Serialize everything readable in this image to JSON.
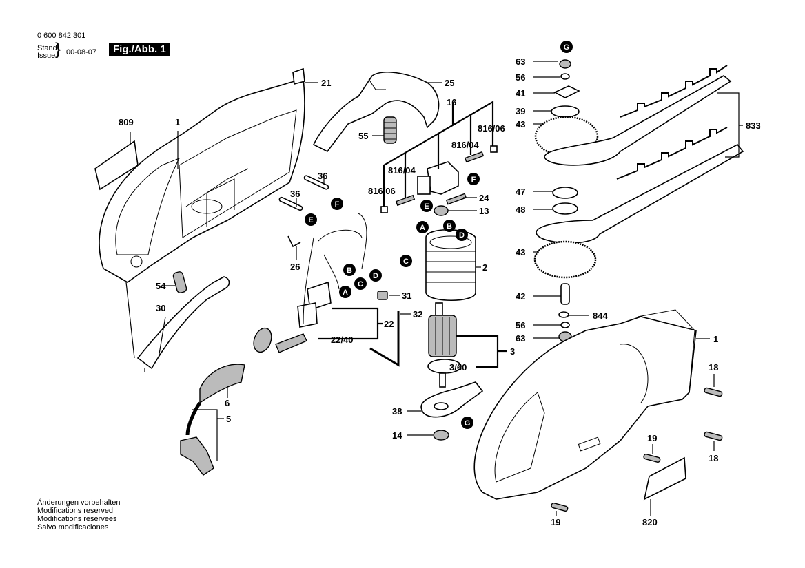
{
  "header": {
    "part_number": "0 600 842 301",
    "stand_label": "Stand",
    "issue_label": "Issue",
    "date": "00-08-07",
    "figure_label": "Fig./Abb. 1"
  },
  "footer": {
    "lines": [
      "Änderungen vorbehalten",
      "Modifications reserved",
      "Modifications reservees",
      "Salvo modificaciones"
    ]
  },
  "connectors": {
    "A": "A",
    "B": "B",
    "C": "C",
    "D": "D",
    "E": "E",
    "F": "F",
    "G": "G"
  },
  "labels": {
    "l21": "21",
    "l25": "25",
    "l16": "16",
    "l809": "809",
    "l1_left": "1",
    "l55": "55",
    "l816_06_r": "816/06",
    "l816_04_r": "816/04",
    "l816_04_l": "816/04",
    "l816_06_l": "816/06",
    "l36_a": "36",
    "l36_b": "36",
    "l26": "26",
    "l24": "24",
    "l13": "13",
    "l2": "2",
    "l54": "54",
    "l30": "30",
    "l31": "31",
    "l32": "32",
    "l22": "22",
    "l22_40": "22/40",
    "l6": "6",
    "l5": "5",
    "l3": "3",
    "l3_60": "3/60",
    "l38": "38",
    "l14": "14",
    "l63_top": "63",
    "l56_top": "56",
    "l41": "41",
    "l39": "39",
    "l43_top": "43",
    "l833": "833",
    "l47": "47",
    "l48": "48",
    "l43_bot": "43",
    "l42": "42",
    "l844": "844",
    "l56_bot": "56",
    "l63_bot": "63",
    "l1_right": "1",
    "l18_a": "18",
    "l18_b": "18",
    "l19_a": "19",
    "l19_b": "19",
    "l820": "820"
  }
}
